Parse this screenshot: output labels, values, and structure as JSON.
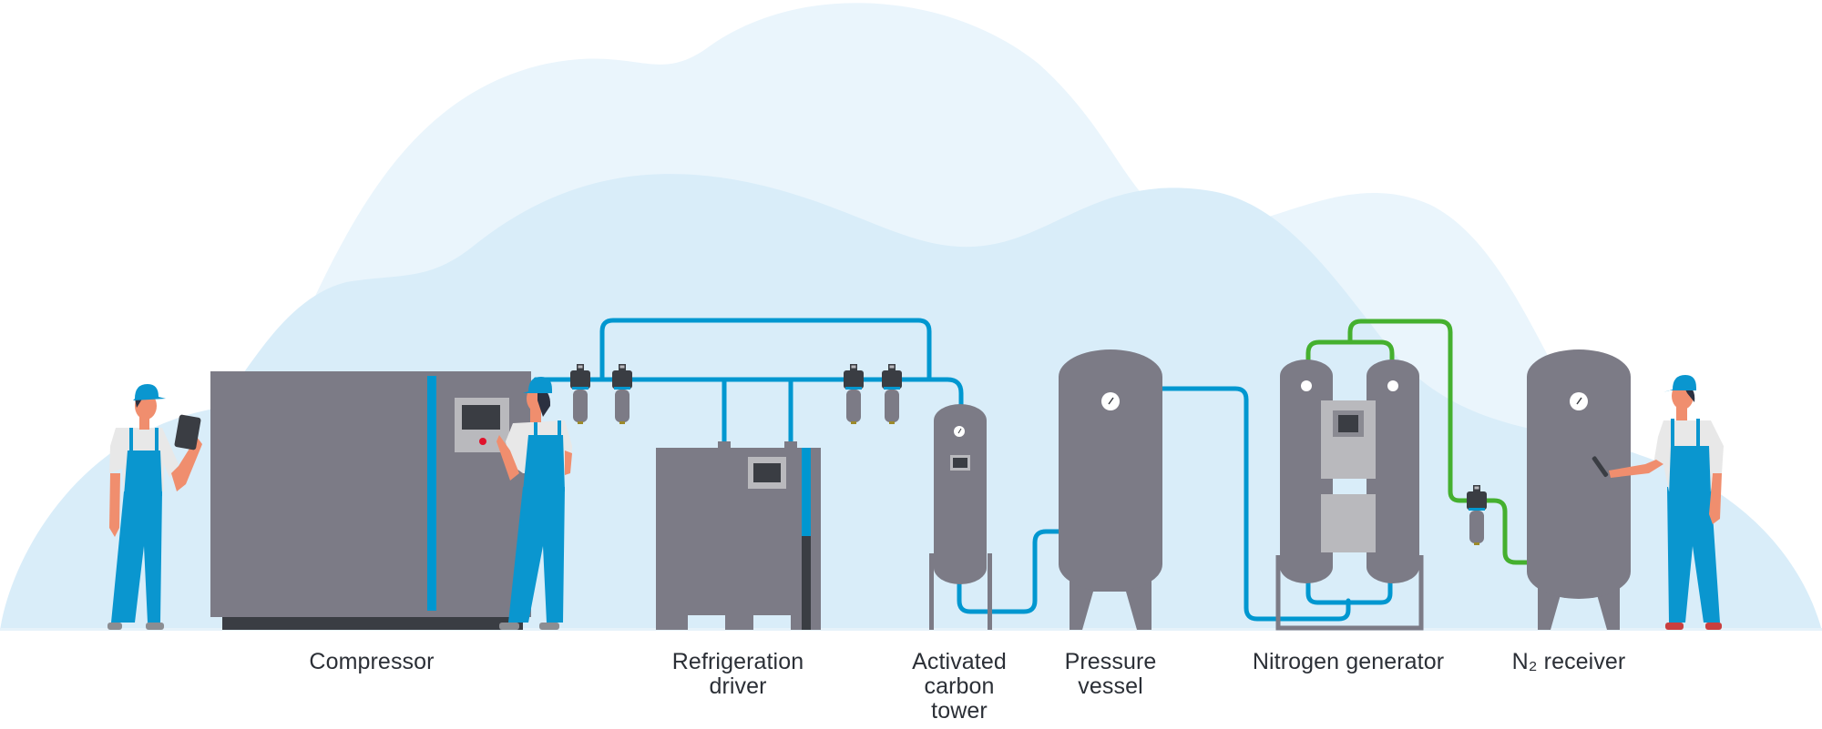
{
  "diagram": {
    "title": "Nitrogen generation process flow",
    "colors": {
      "background": "#ffffff",
      "blob_outer": "#eaf5fc",
      "blob_inner": "#d9edf9",
      "ground": "#dcedf8",
      "equipment_gray": "#7c7b86",
      "equipment_dark": "#3a3d43",
      "panel_light": "#b9b9bd",
      "air_pipe": "#0097d0",
      "nitrogen_pipe": "#45b02f",
      "overalls": "#0a96cf",
      "skin": "#f08e6e",
      "shirt": "#e8e8e8",
      "button_red": "#e0122b"
    },
    "stages": [
      {
        "id": "compressor",
        "label": "Compressor"
      },
      {
        "id": "refrigeration-driver",
        "label": "Refrigeration\ndriver"
      },
      {
        "id": "activated-carbon-tower",
        "label": "Activated\ncarbon\ntower"
      },
      {
        "id": "pressure-vessel",
        "label": "Pressure\nvessel"
      },
      {
        "id": "nitrogen-generator",
        "label": "Nitrogen generator"
      },
      {
        "id": "n2-receiver",
        "label": "N₂ receiver"
      }
    ],
    "flows": [
      {
        "from": "compressor",
        "to": "refrigeration-driver",
        "medium": "compressed air"
      },
      {
        "from": "refrigeration-driver",
        "to": "activated-carbon-tower",
        "medium": "compressed air"
      },
      {
        "from": "activated-carbon-tower",
        "to": "pressure-vessel",
        "medium": "compressed air"
      },
      {
        "from": "pressure-vessel",
        "to": "nitrogen-generator",
        "medium": "compressed air"
      },
      {
        "from": "nitrogen-generator",
        "to": "n2-receiver",
        "medium": "nitrogen"
      }
    ],
    "workers": [
      {
        "id": "worker-tablet",
        "activity": "holding tablet"
      },
      {
        "id": "worker-panel",
        "activity": "operating compressor panel"
      },
      {
        "id": "worker-phone",
        "activity": "holding phone"
      }
    ]
  }
}
